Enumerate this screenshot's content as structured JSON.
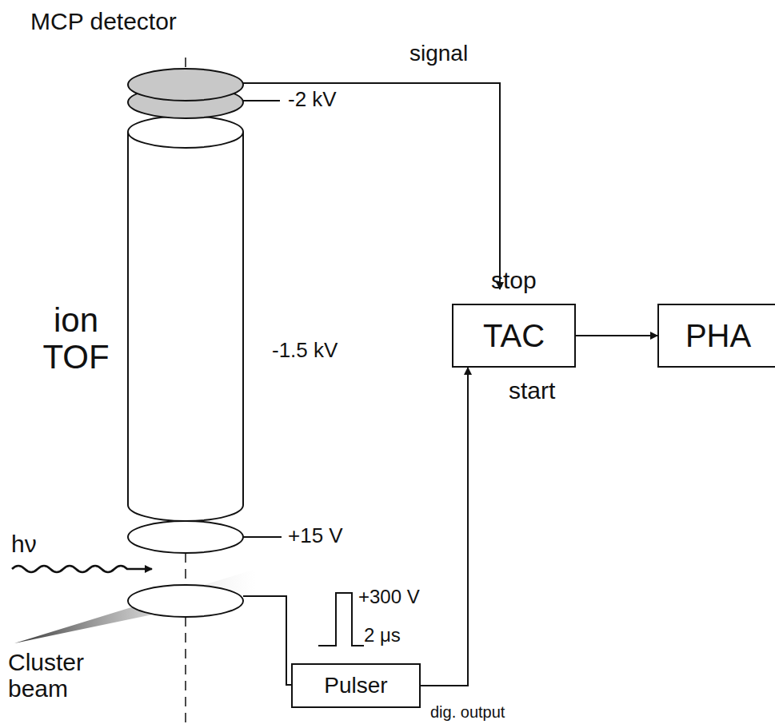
{
  "diagram": {
    "nodes": [
      {
        "text": [
          "TAC"
        ]
      },
      {
        "text": [
          "PHA"
        ]
      },
      {
        "text": [
          "Pulser"
        ]
      }
    ],
    "edges": [
      {
        "from": 2,
        "to": 0,
        "arrow": "to"
      },
      {
        "from": 0,
        "to": 1,
        "arrow": "to"
      }
    ],
    "labels": [
      "MCP detector",
      "signal",
      "-2 kV",
      "stop",
      "start",
      "ion TOF",
      "-1.5 kV",
      "+15 V",
      "hν",
      "Cluster beam",
      "+300 V",
      "2 μs",
      "dig. output"
    ]
  }
}
